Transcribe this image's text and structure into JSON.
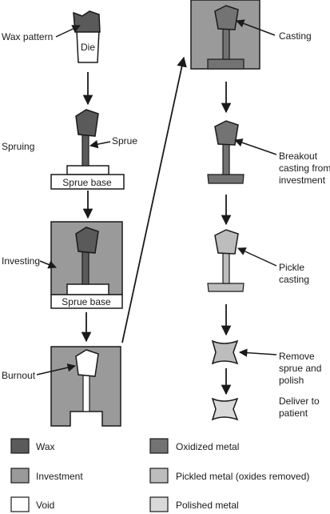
{
  "left_labels": {
    "wax_pattern": "Wax pattern",
    "die": "Die",
    "spruing": "Spruing",
    "sprue": "Sprue",
    "sprue_base": "Sprue base",
    "investing": "Investing",
    "sprue_base_2": "Sprue base",
    "burnout": "Burnout"
  },
  "right_labels": {
    "casting": "Casting",
    "breakout": [
      "Breakout",
      "casting from",
      "investment"
    ],
    "pickle": [
      "Pickle",
      "casting"
    ],
    "remove": [
      "Remove",
      "sprue and",
      "polish"
    ],
    "deliver": [
      "Deliver to",
      "patient"
    ]
  },
  "legend": [
    {
      "key": "wax",
      "label": "Wax",
      "color": "#5a5a5a"
    },
    {
      "key": "oxidized",
      "label": "Oxidized metal",
      "color": "#737373"
    },
    {
      "key": "investment",
      "label": "Investment",
      "color": "#9a9a9a"
    },
    {
      "key": "pickled",
      "label": "Pickled metal (oxides removed)",
      "color": "#bdbdbd"
    },
    {
      "key": "void",
      "label": "Void",
      "color": "#ffffff"
    },
    {
      "key": "polished",
      "label": "Polished metal",
      "color": "#d9d9d9"
    }
  ]
}
